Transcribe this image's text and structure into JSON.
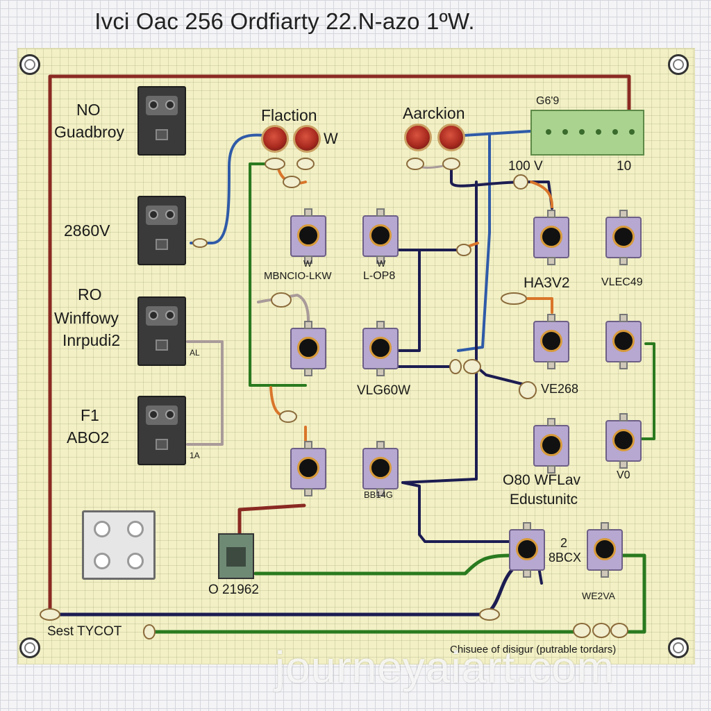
{
  "title": "Ivci Oac 256 Ordfiarty 22.N-azo 1ºW.",
  "labels": {
    "no": "NO",
    "guadbroy": "Guadbroy",
    "v2860": "2860V",
    "ro": "RO",
    "winffowy": "Winffowy",
    "inrpudi2": "Inrpudi2",
    "f1": "F1",
    "abo2": "ABO2",
    "flaction": "Flaction",
    "w_flaction": "W",
    "aarckion": "Aarckion",
    "g6": "G6'9",
    "v100": "100 V",
    "n10": "10",
    "w_small_1": "W",
    "mbncio": "MBNCIO-LKW",
    "w_small_2": "W",
    "lop8": "L-OP8",
    "ha3v2": "HA3V2",
    "vlec49": "VLEC49",
    "al": "AL",
    "vlg60w": "VLG60W",
    "ve268": "VE268",
    "a1": "1A",
    "o80wflav": "O80 WFLav",
    "edustunitc": "Edustunitc",
    "v0": "V0",
    "bb14g": "BB14G",
    "n2": "2",
    "b8cx": "8BCX",
    "we2va": "WE2VA",
    "o21962": "O 21962",
    "sest_tycot": "Sest TYCOT",
    "footer": "Chisuee of disigur (putrable tordars)"
  },
  "watermark": "journeyaiart.com",
  "colors": {
    "board": "#f2f0c4",
    "wire_red": "#8a2a22",
    "wire_navy": "#1c1c52",
    "wire_green": "#2a7a1f",
    "wire_blue": "#2f5aa8",
    "wire_orange": "#d9752a",
    "wire_grey": "#a99a9a"
  }
}
